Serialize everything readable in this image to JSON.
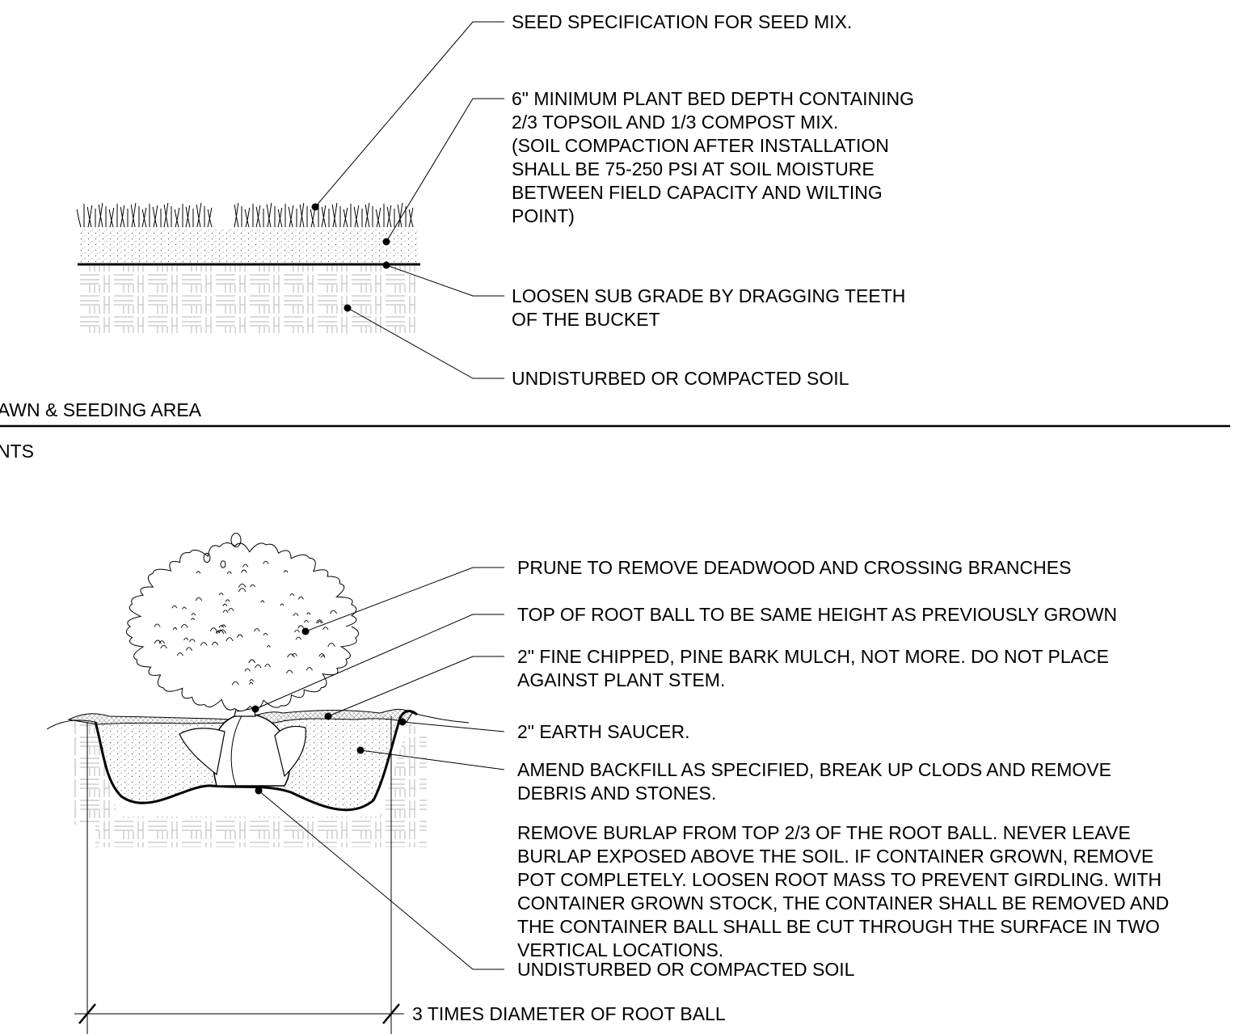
{
  "detail_lawn": {
    "title": "LAWN & SEEDING AREA",
    "scale": "NTS",
    "notes": [
      {
        "lines": [
          "SEED SPECIFICATION FOR SEED MIX."
        ]
      },
      {
        "lines": [
          "6\" MINIMUM PLANT BED DEPTH CONTAINING",
          "2/3 TOPSOIL AND 1/3 COMPOST MIX.",
          "(SOIL COMPACTION AFTER INSTALLATION",
          "SHALL BE 75-250 PSI AT SOIL MOISTURE",
          "BETWEEN FIELD CAPACITY AND WILTING",
          "POINT)"
        ]
      },
      {
        "lines": [
          "LOOSEN SUB GRADE BY DRAGGING TEETH",
          "OF THE BUCKET"
        ]
      },
      {
        "lines": [
          "UNDISTURBED OR COMPACTED SOIL"
        ]
      }
    ]
  },
  "detail_shrub": {
    "notes": [
      {
        "lines": [
          "PRUNE TO REMOVE DEADWOOD AND CROSSING BRANCHES"
        ]
      },
      {
        "lines": [
          "TOP OF ROOT BALL TO BE SAME HEIGHT AS PREVIOUSLY GROWN"
        ]
      },
      {
        "lines": [
          "2\" FINE CHIPPED, PINE BARK MULCH, NOT MORE. DO NOT PLACE",
          "AGAINST PLANT STEM."
        ]
      },
      {
        "lines": [
          "2\" EARTH SAUCER."
        ]
      },
      {
        "lines": [
          "AMEND BACKFILL AS SPECIFIED, BREAK UP CLODS AND REMOVE",
          "DEBRIS AND STONES."
        ]
      },
      {
        "lines": [
          "REMOVE BURLAP FROM TOP 2/3 OF THE ROOT BALL. NEVER LEAVE",
          "BURLAP EXPOSED ABOVE THE SOIL. IF CONTAINER GROWN, REMOVE",
          "POT COMPLETELY. LOOSEN ROOT MASS TO PREVENT GIRDLING. WITH",
          "CONTAINER GROWN STOCK, THE CONTAINER SHALL BE REMOVED AND",
          "THE CONTAINER BALL SHALL BE CUT THROUGH THE SURFACE IN TWO",
          "VERTICAL LOCATIONS."
        ]
      },
      {
        "lines": [
          "UNDISTURBED OR COMPACTED SOIL"
        ]
      }
    ],
    "dimension_label": "3 TIMES DIAMETER OF ROOT BALL"
  }
}
